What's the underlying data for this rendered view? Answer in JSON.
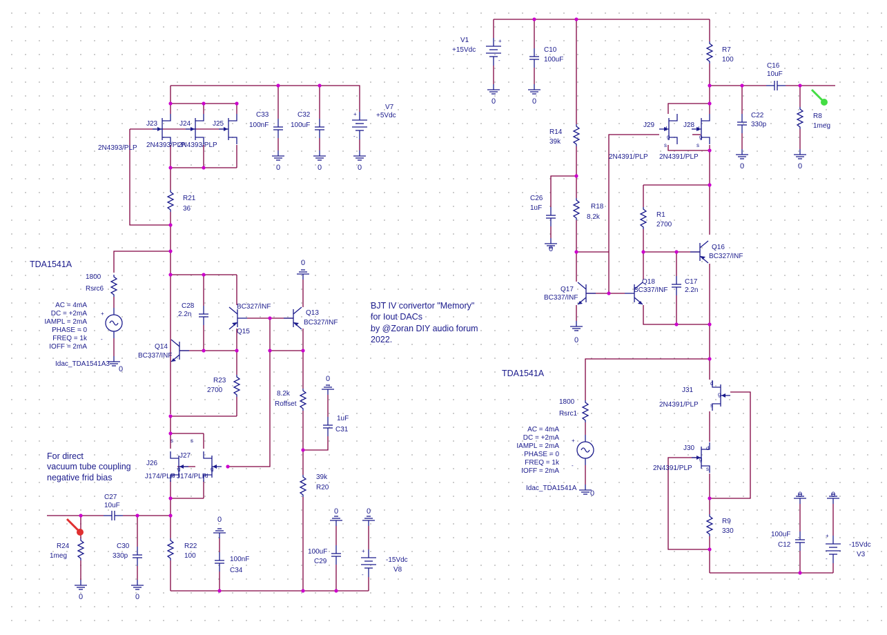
{
  "left": {
    "part": "TDA1541A",
    "jfet_names": [
      "J23",
      "J24",
      "J25"
    ],
    "jfet_models": [
      "2N4393/PLP",
      "2N4393/PLP",
      "2N4393/PLP"
    ],
    "c33": {
      "name": "C33",
      "value": "100nF"
    },
    "c32": {
      "name": "C32",
      "value": "100uF"
    },
    "v7": {
      "name": "V7",
      "value": "+5Vdc"
    },
    "r21": {
      "name": "R21",
      "value": "36"
    },
    "rsrc6": {
      "name": "Rsrc6",
      "value": "1800"
    },
    "idac": {
      "name": "Idac_TDA1541A3",
      "params": [
        "AC = 4mA",
        "DC = +2mA",
        "IAMPL = 2mA",
        "PHASE = 0",
        "FREQ = 1k",
        "IOFF = 2mA"
      ]
    },
    "c28": {
      "name": "C28",
      "value": "2.2n"
    },
    "q15": {
      "name": "Q15",
      "model": "BC327/INF"
    },
    "q13": {
      "name": "Q13",
      "model": "BC327/INF"
    },
    "q14": {
      "name": "Q14",
      "model": "BC337/INF"
    },
    "r23": {
      "name": "R23",
      "value": "2700"
    },
    "roffset": {
      "name": "Roffset",
      "value": "8.2k"
    },
    "c31": {
      "name": "C31",
      "value": "1uF"
    },
    "j26": {
      "name": "J26",
      "model": "J174/PLP"
    },
    "j27": {
      "name": "J27",
      "model": "J174/PLP"
    },
    "r20": {
      "name": "R20",
      "value": "39k"
    },
    "c27": {
      "name": "C27",
      "value": "10uF"
    },
    "r24": {
      "name": "R24",
      "value": "1meg"
    },
    "c30": {
      "name": "C30",
      "value": "330p"
    },
    "r22": {
      "name": "R22",
      "value": "100"
    },
    "c34": {
      "name": "C34",
      "value": "100nF"
    },
    "c29": {
      "name": "C29",
      "value": "100uF"
    },
    "v8": {
      "name": "V8",
      "value": "-15Vdc"
    },
    "note": [
      "For direct",
      "vacuum tube coupling",
      "negative frid bias"
    ]
  },
  "title": [
    "BJT IV convertor \"Memory\"",
    "for Iout DACs",
    "by @Zoran DIY audio forum",
    "2022."
  ],
  "right": {
    "part": "TDA1541A",
    "v1": {
      "name": "V1",
      "value": "+15Vdc"
    },
    "c10": {
      "name": "C10",
      "value": "100uF"
    },
    "r7": {
      "name": "R7",
      "value": "100"
    },
    "c16": {
      "name": "C16",
      "value": "10uF"
    },
    "c22": {
      "name": "C22",
      "value": "330p"
    },
    "r8": {
      "name": "R8",
      "value": "1meg"
    },
    "r14": {
      "name": "R14",
      "value": "39k"
    },
    "j29": {
      "name": "J29",
      "model": "2N4391/PLP"
    },
    "j28": {
      "name": "J28",
      "model": "2N4391/PLP"
    },
    "c26": {
      "name": "C26",
      "value": "1uF"
    },
    "r18": {
      "name": "R18",
      "value": "8.2k"
    },
    "r1": {
      "name": "R1",
      "value": "2700"
    },
    "q16": {
      "name": "Q16",
      "model": "BC327/INF"
    },
    "q17": {
      "name": "Q17",
      "model": "BC337/INF"
    },
    "q18": {
      "name": "Q18",
      "model": "BC337/INF"
    },
    "c17": {
      "name": "C17",
      "value": "2.2n"
    },
    "rsrc1": {
      "name": "Rsrc1",
      "value": "1800"
    },
    "idac": {
      "name": "Idac_TDA1541A",
      "params": [
        "AC = 4mA",
        "DC = +2mA",
        "IAMPL = 2mA",
        "PHASE = 0",
        "FREQ = 1k",
        "IOFF = 2mA"
      ]
    },
    "j31": {
      "name": "J31",
      "model": "2N4391/PLP"
    },
    "j30": {
      "name": "J30",
      "model": "2N4391/PLP"
    },
    "r9": {
      "name": "R9",
      "value": "330"
    },
    "c12": {
      "name": "C12",
      "value": "100uF"
    },
    "v3": {
      "name": "V3",
      "value": "-15Vdc"
    }
  },
  "gnd_label": "0",
  "pins": {
    "s": "s",
    "d": "d",
    "g": "g",
    "plus": "+",
    "minus": "-"
  }
}
